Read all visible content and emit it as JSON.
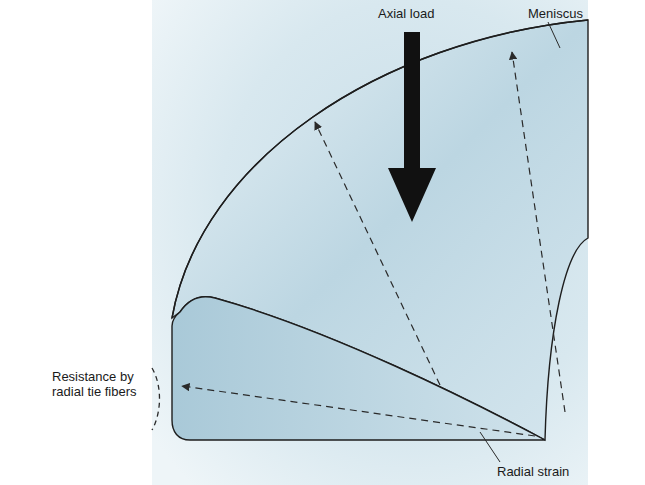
{
  "diagram": {
    "labels": [
      "Axial load",
      "Meniscus",
      "Resistance by radial tie fibers",
      "Radial strain"
    ]
  }
}
